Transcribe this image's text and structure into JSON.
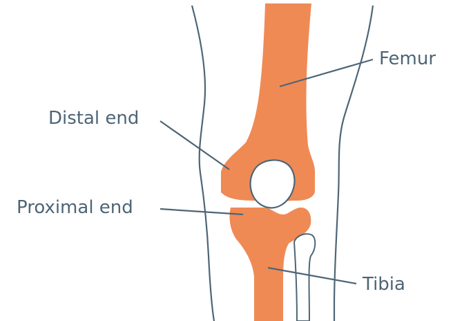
{
  "labels": {
    "femur": "Femur",
    "distal_end": "Distal end",
    "proximal_end": "Proximal end",
    "tibia": "Tibia"
  },
  "colors": {
    "bone": "#ef8a55",
    "outline": "#4d6576",
    "label": "#4d6576",
    "background": "#ffffff",
    "patella_fill": "#ffffff"
  }
}
